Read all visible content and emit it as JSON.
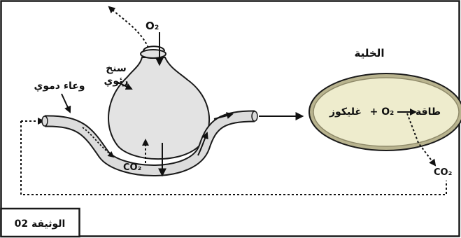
{
  "labels": {
    "cell_title": "الخلية",
    "vessel": "وعاء دموي",
    "alveolus_line1": "سنخ",
    "alveolus_line2": "رئوي",
    "o2_top": "O₂",
    "co2_bottom": "CO₂",
    "co2_right": "CO₂",
    "equation_energy": "طاقة",
    "equation_plus_o2": "+ O₂",
    "equation_glucose": "غليكوز",
    "document": "الوثيقة 02"
  },
  "colors": {
    "frame": "#1a1a1a",
    "alveolus_fill": "#e3e3e3",
    "vessel_fill": "#dcdcdc",
    "cell_fill": "#eeeccd",
    "cell_border": "#8f8a6a",
    "ink": "#111111"
  },
  "icons": {
    "arrows": "arrow",
    "diffusion": "dotted-arrow"
  }
}
